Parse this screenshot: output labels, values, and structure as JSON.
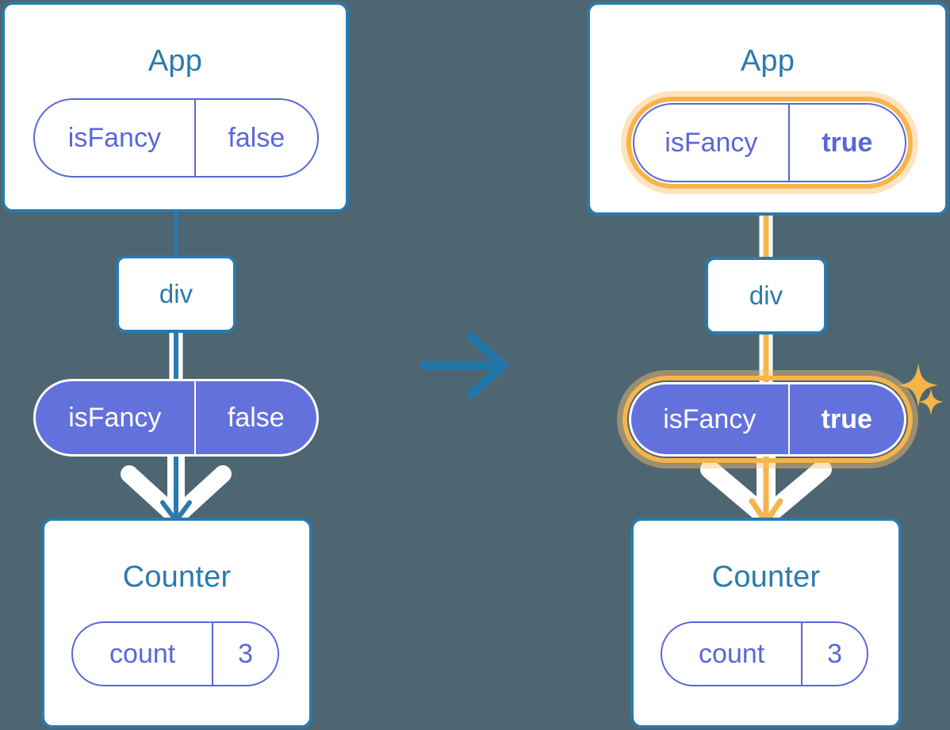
{
  "meta": {
    "background_color": "#4d6671",
    "accent_blue": "#2b7aad",
    "accent_purple": "#5a67d8",
    "solid_purple": "#6371dd",
    "highlight_orange": "#f6b44a",
    "highlight_orange_soft": "#fac06e"
  },
  "transition": {
    "arrow_icon": "arrow-right-icon",
    "color": "#2b7aad"
  },
  "panels": [
    {
      "id": "before",
      "label": "before-state",
      "app": {
        "title": "App",
        "state_pill": {
          "key": "isFancy",
          "value": "false",
          "style": "outline",
          "highlighted": false,
          "bold_value": false
        }
      },
      "dom_node": {
        "label": "div"
      },
      "prop_pill": {
        "key": "isFancy",
        "value": "false",
        "style": "solid",
        "highlighted": false,
        "bold_value": false
      },
      "counter": {
        "title": "Counter",
        "state_pill": {
          "key": "count",
          "value": "3",
          "style": "outline",
          "highlighted": false,
          "bold_value": false
        }
      },
      "edges_color": "#2b7aad",
      "sparkles": false
    },
    {
      "id": "after",
      "label": "after-state",
      "app": {
        "title": "App",
        "state_pill": {
          "key": "isFancy",
          "value": "true",
          "style": "outline",
          "highlighted": true,
          "bold_value": true
        }
      },
      "dom_node": {
        "label": "div"
      },
      "prop_pill": {
        "key": "isFancy",
        "value": "true",
        "style": "solid",
        "highlighted": true,
        "bold_value": true
      },
      "counter": {
        "title": "Counter",
        "state_pill": {
          "key": "count",
          "value": "3",
          "style": "outline",
          "highlighted": false,
          "bold_value": false
        }
      },
      "edges_color": "#f6b44a",
      "sparkles": true
    }
  ]
}
